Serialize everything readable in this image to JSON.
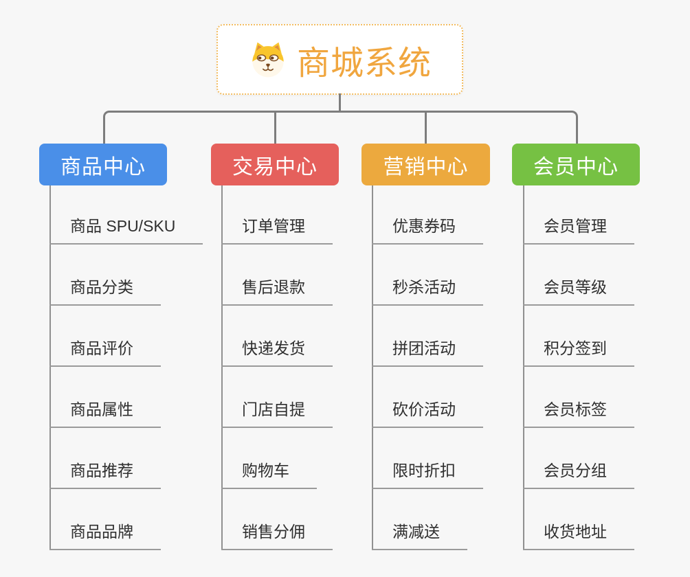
{
  "root": {
    "title": "商城系统",
    "icon": "shiba-dog-icon",
    "title_color": "#f0a63f",
    "border_color": "#f3bd62"
  },
  "branches": [
    {
      "label": "商品中心",
      "color": "#4a8fe8",
      "items": [
        "商品 SPU/SKU",
        "商品分类",
        "商品评价",
        "商品属性",
        "商品推荐",
        "商品品牌"
      ]
    },
    {
      "label": "交易中心",
      "color": "#e5605c",
      "items": [
        "订单管理",
        "售后退款",
        "快递发货",
        "门店自提",
        "购物车",
        "销售分佣"
      ]
    },
    {
      "label": "营销中心",
      "color": "#eca93e",
      "items": [
        "优惠券码",
        "秒杀活动",
        "拼团活动",
        "砍价活动",
        "限时折扣",
        "满减送"
      ]
    },
    {
      "label": "会员中心",
      "color": "#76c143",
      "items": [
        "会员管理",
        "会员等级",
        "积分签到",
        "会员标签",
        "会员分组",
        "收货地址"
      ]
    }
  ],
  "colors": {
    "background": "#f7f7f7",
    "connector": "#7d7d7d",
    "leaf_line": "#9a9a9a",
    "leaf_text": "#2f2f2f"
  }
}
